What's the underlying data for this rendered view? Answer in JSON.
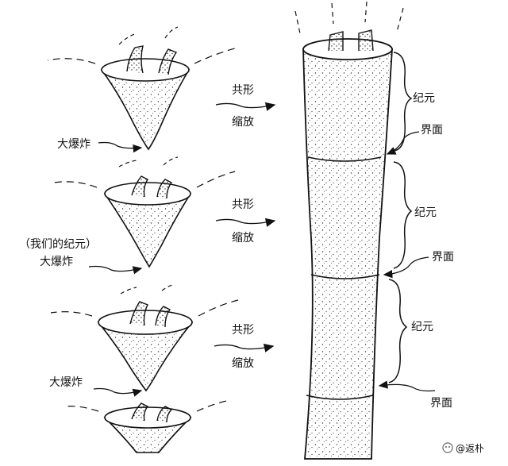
{
  "left_labels": {
    "big_bang_1": "大爆炸",
    "our_era": "（我们的纪元）",
    "big_bang_2": "大爆炸",
    "big_bang_3": "大爆炸"
  },
  "arrows": [
    {
      "top": "共形",
      "bottom": "缩放"
    },
    {
      "top": "共形",
      "bottom": "缩放"
    },
    {
      "top": "共形",
      "bottom": "缩放"
    }
  ],
  "right_labels": {
    "aeon_1": "纪元",
    "interface_1": "界面",
    "aeon_2": "纪元",
    "interface_2": "界面",
    "aeon_3": "纪元",
    "interface_3": "界面"
  },
  "watermark": "@返朴"
}
